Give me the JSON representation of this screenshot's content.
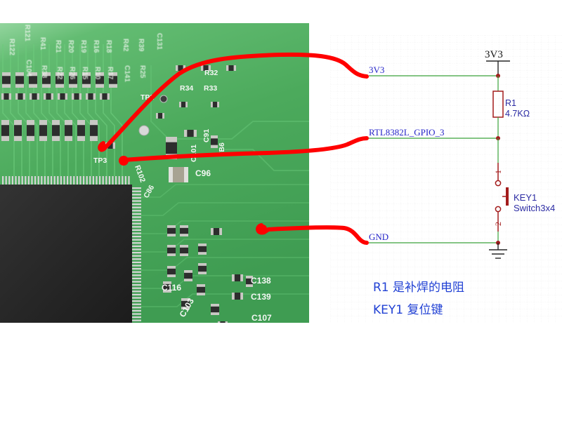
{
  "pcb_photo": {
    "silkscreen": [
      "R122",
      "R121",
      "C104",
      "R41",
      "R38",
      "R21",
      "R22",
      "R20",
      "R26",
      "R19",
      "R15",
      "R16",
      "R10",
      "R18",
      "R17",
      "R42",
      "C141",
      "R39",
      "R25",
      "C131",
      "R32",
      "R34",
      "R33",
      "TP2",
      "C91",
      "FB6",
      "C101",
      "C96",
      "C86",
      "TP3",
      "R102",
      "C116",
      "C138",
      "C139",
      "C103",
      "C107"
    ]
  },
  "schematic": {
    "power_symbol": "3V3",
    "net_labels": {
      "vcc": "3V3",
      "gpio": "RTL8382L_GPIO_3",
      "gnd": "GND"
    },
    "resistor": {
      "ref": "R1",
      "value": "4.7KΩ"
    },
    "switch": {
      "ref": "KEY1",
      "value": "Switch3x4",
      "pin1": "1",
      "pin2": "2"
    }
  },
  "notes": [
    "R1 是补焊的电阻",
    "KEY1 复位键"
  ],
  "colors": {
    "wire": "#3aa23a",
    "component": "#a31c1c",
    "net_label": "#2626c9",
    "ref_label": "#2b2ba3",
    "note_text": "#2141d4",
    "annotation": "#ff0000",
    "pcb_green": "#4caa5c"
  }
}
